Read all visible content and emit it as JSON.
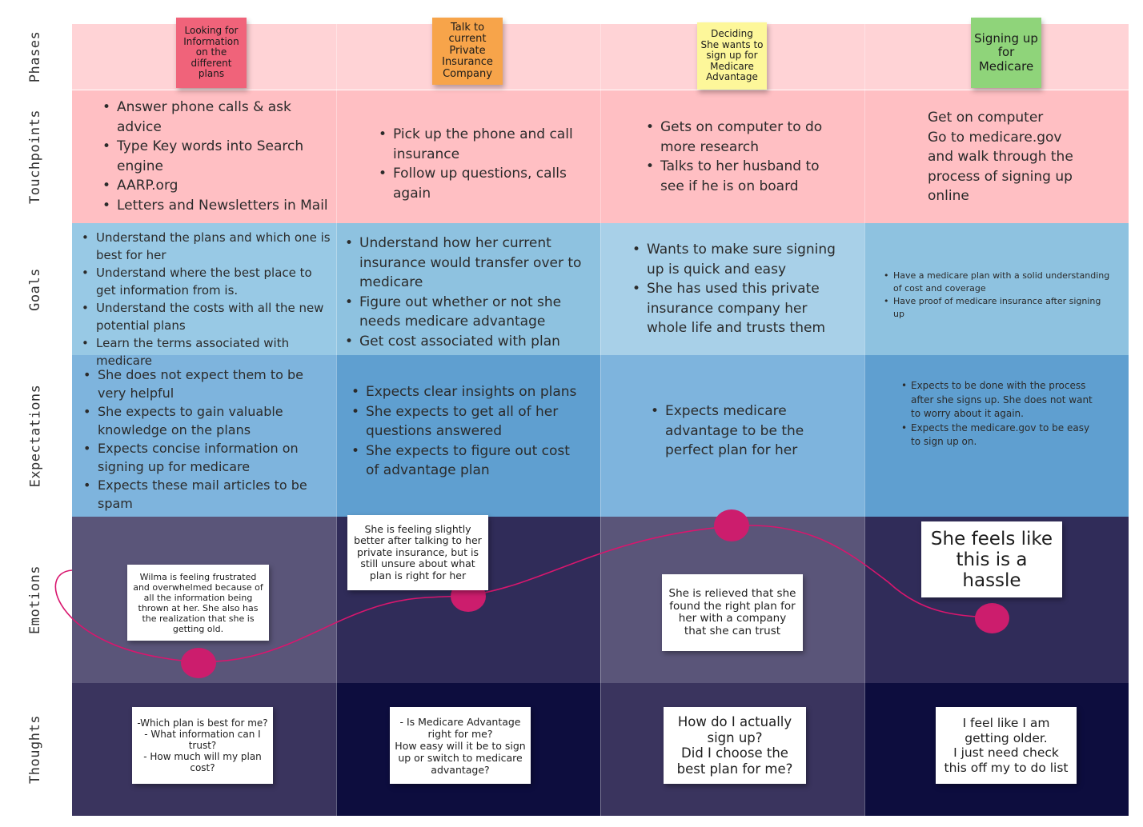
{
  "rows": {
    "phases": "Phases",
    "touchpoints": "Touchpoints",
    "goals": "Goals",
    "expectations": "Expectations",
    "emotions": "Emotions",
    "thoughts": "Thoughts"
  },
  "phases": [
    {
      "label": "Looking for Information on the different plans",
      "color": "#f0637a"
    },
    {
      "label": "Talk to current Private Insurance Company",
      "color": "#f7a44a"
    },
    {
      "label": "Deciding She wants to sign up for Medicare Advantage",
      "color": "#fdf79a"
    },
    {
      "label": "Signing up for Medicare",
      "color": "#8fd47a"
    }
  ],
  "touchpoints": {
    "col1": [
      "Answer phone calls & ask advice",
      "Type Key words into Search engine",
      "AARP.org",
      "Letters and Newsletters in Mail"
    ],
    "col2": [
      "Pick up the phone and call insurance",
      "Follow up questions, calls again"
    ],
    "col3": [
      "Gets on computer to do more research",
      "Talks to her husband to see if he is on board"
    ],
    "col4": "Get on computer\nGo to medicare.gov\nand walk through the\nprocess of signing up\nonline"
  },
  "goals": {
    "col1": [
      "Understand the plans and which one is best for her",
      "Understand where the best place to get information from is.",
      "Understand the costs with all the new potential plans",
      "Learn the terms associated with medicare"
    ],
    "col2": [
      "Understand how her current insurance would transfer over to medicare",
      "Figure out whether or not she needs medicare advantage",
      "Get cost associated with plan"
    ],
    "col3": [
      "Wants to make sure signing up is quick and easy",
      "She has used this private insurance company her whole life and trusts them"
    ],
    "col4": [
      "Have a medicare plan with a solid understanding of cost and coverage",
      "Have proof of medicare insurance after signing up"
    ]
  },
  "expectations": {
    "col1": [
      "She does not expect them to be very helpful",
      "She expects to gain valuable knowledge on the plans",
      "Expects concise information on signing up for medicare",
      "Expects these mail articles to be spam"
    ],
    "col2": [
      "Expects clear insights on plans",
      "She expects to get all of her questions answered",
      "She expects to figure out cost of advantage plan"
    ],
    "col3": [
      "Expects medicare advantage to be the perfect plan for her"
    ],
    "col4": [
      "Expects to be done with the process after she signs up. She does not want to worry about it again.",
      "Expects the medicare.gov to be easy to sign up on."
    ]
  },
  "emotions": {
    "notes": [
      "Wilma is feeling frustrated and overwhelmed because of all the information being thrown at her. She also has the realization that she is getting old.",
      "She is feeling slightly better after talking to her private insurance, but is still unsure about what plan is right for her",
      "She is relieved that she found the right plan for her with a company that she can trust",
      "She feels like this is a hassle"
    ],
    "curve_color": "#d8166e"
  },
  "thoughts": [
    "-Which plan is best for me?\n- What information can I trust?\n- How much will my plan cost?",
    "- Is Medicare Advantage right for me?\nHow easy will it be to sign up or switch to medicare advantage?",
    "How do I actually sign up?\nDid I choose the best plan for me?",
    "I feel like I am getting older.\nI just need check this off my to do list"
  ],
  "colors": {
    "phases_bg": "#ffd3d6",
    "touchpoints_bg": "#ffbfc3",
    "goals_bg_a": "#8ec2e0",
    "goals_bg_b": "#a8d0e8",
    "expect_bg_a": "#7eb4dd",
    "expect_bg_b": "#5f9fd0",
    "emotions_bg_a": "#5a5579",
    "emotions_bg_b": "#302c59",
    "thoughts_bg_a": "#3a345e",
    "thoughts_bg_b": "#0d0d3e"
  }
}
